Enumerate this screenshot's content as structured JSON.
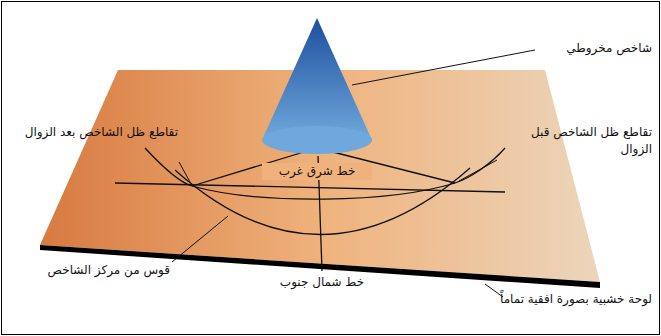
{
  "diagram": {
    "labels": [
      "شاخص مخروطي",
      "تقاطع ظل الشاخص قبل الزوال",
      "تقاطع ظل الشاخص بعد الزوال",
      "خط شرق غرب",
      "قوس من مركز الشاخص",
      "خط شمال جنوب",
      "لوحة خشبية بصورة افقية تماماً"
    ]
  }
}
